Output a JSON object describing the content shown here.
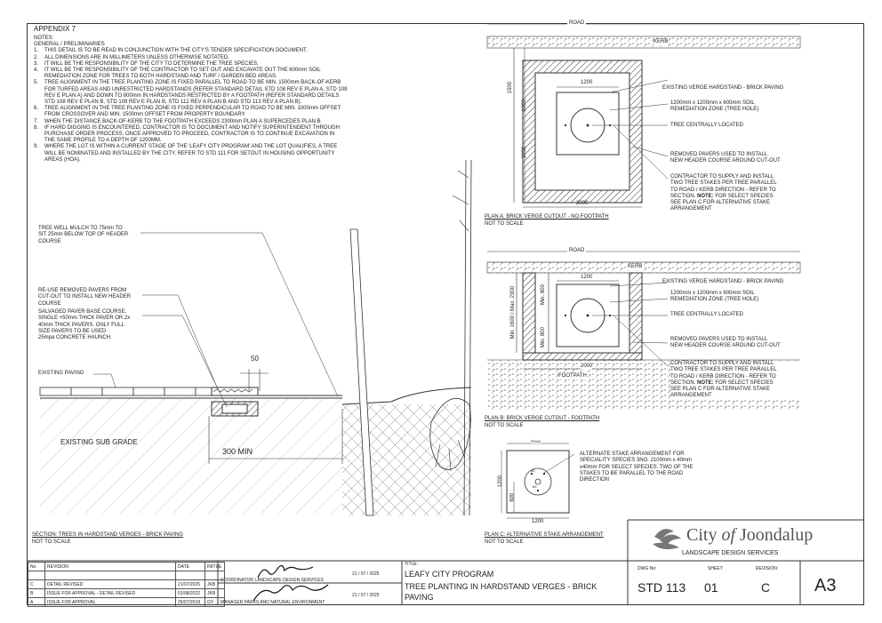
{
  "appendix": "APPENDIX 7",
  "notes": {
    "heading": "NOTES:",
    "subheading": "GENERAL / PRELIMINARIES",
    "items": [
      {
        "n": "1.",
        "text": "THIS DETAIL IS TO BE READ IN CONJUNCTION WITH THE CITY'S TENDER SPECIFICATION DOCUMENT."
      },
      {
        "n": "2.",
        "text": "ALL DIMENSIONS ARE IN MILLIMETERS UNLESS OTHERWISE NOTATED."
      },
      {
        "n": "3.",
        "text": "IT WILL BE THE RESPONSIBILITY OF THE CITY TO DETERMINE THE TREE SPECIES."
      },
      {
        "n": "4.",
        "text": "IT WILL BE THE RESPONSIBILITY OF THE CONTRACTOR  TO SET OUT AND EXCAVATE OUT THE 600mm SOIL\nREMEDIATION ZONE FOR TREES TO BOTH HARDSTAND AND TURF / GARDEN BED AREAS."
      },
      {
        "n": "5.",
        "text": "TREE ALIGNMENT IN THE TREE PLANTING ZONE IS FIXED PARALLEL TO ROAD TO BE MIN. 1500mm BACK-OF-KERB\nFOR TURFED AREAS AND UNRESTRICTED HARDSTANDS (REFER STANDARD DETAIL STD 108 REV E PLAN A, STD 109\nREV E PLAN A) AND DOWN TO 800mm IN HARDSTANDS RESTRICTED BY A FOOTPATH (REFER STANDARD DETAILS\nSTD 108 REV E PLAN B, STD 109 REV E PLAN B, STD 112 REV A PLAN B AND STD 113 REV A PLAN B)."
      },
      {
        "n": "6.",
        "text": "TREE ALIGNMENT IN THE TREE PLANTING ZONE IS FIXED PERPENDICULAR TO ROAD TO BE MIN. 1000mm OFFSET\nFROM CROSSOVER AND MIN. 1500mm OFFSET FROM PROPERTY BOUNDARY."
      },
      {
        "n": "7.",
        "text": "WHEN THE DISTANCE BACK-OF-KERB TO THE FOOTPATH EXCEEDS 2300mm PLAN A SUPERCEDES PLAN B"
      },
      {
        "n": "8.",
        "text": "IF HARD DIGGING IS ENCOUNTERED, CONTRACTOR IS TO DOCUMENT AND NOTIFY SUPERINTENDENT THROUGH\nPURCHASE ORDER PROCESS. ONCE APPROVED TO PROCEED, CONTRACTOR IS TO CONTINUE EXCAVATION IN\nTHE SAME PROFILE TO A DEPTH OF 1200MM."
      },
      {
        "n": "9.",
        "text": "WHERE THE LOT IS WITHIN A CURRENT STAGE OF THE 'LEAFY CITY PROGRAM' AND THE LOT QUALIFIES, A TREE\nWILL BE NOMINATED AND INSTALLED BY THE CITY. REFER TO STD 111 FOR SETOUT IN HOUSING OPPORTUNITY\nAREAS (HOA)."
      }
    ]
  },
  "section": {
    "mulch_note": "TREE WELL MULCH TO 75mm TO\nSIT 25mm BELOW TOP OF HEADER\nCOURSE",
    "reuse_note": "RE-USE REMOVED PAVERS FROM\nCUT-OUT TO INSTALL NEW HEADER\nCOURSE",
    "base_note": "SALVAGED PAVER BASE COURSE.\nSINGLE +50mm THICK PAVER OR 2x\n40mm THICK PAVERS. ONLY FULL\nSIZE PAVERS TO BE USED\n25mpa CONCRETE HAUNCH.",
    "existing_paving": "EXISTING PAVING",
    "dim_50": "50",
    "sub_grade": "EXISTING SUB GRADE",
    "dim_300": "300 MIN",
    "caption": "SECTION: TREES IN HARDSTAND VERGES - BRICK PAVING",
    "scale": "NOT TO SCALE"
  },
  "plan_a": {
    "road": "ROAD",
    "kerb": "KERB",
    "dim_1500": "1500",
    "dim_1200": "1200",
    "dim_1000a": "1000",
    "dim_1000b": "1000",
    "dim_2000": "2000",
    "note_hardstand": "EXISTING VERGE HARDSTAND - BRICK PAVING",
    "note_zone": "1200mm x 1200mm x 600mm SOIL\nREMEDIATION ZONE (TREE HOLE)",
    "note_tree": "TREE CENTRALLY LOCATED",
    "note_pavers": "REMOVED PAVERS USED TO INSTALL\nNEW HEADER COURSE AROUND CUT-OUT",
    "note_stakes": "CONTRACTOR TO SUPPLY AND INSTALL\nTWO TREE STAKES PER TREE PARALLEL\nTO ROAD / KERB DIRECTION - REFER TO\nSECTION.",
    "note_bold": "NOTE:",
    "note_stakes2": "FOR SELECT SPECIES\nSEE PLAN C FOR ALTERNATIVE STAKE\nARRANGEMENT",
    "caption": "PLAN A: BRICK VERGE CUTOUT -  NO FOOTPATH",
    "scale": "NOT TO SCALE"
  },
  "plan_b": {
    "road": "ROAD",
    "kerb": "KERB",
    "dim_side": "Min. 1600 / Max. 2300",
    "dim_800a": "Min. 800",
    "dim_800b": "Min. 800",
    "dim_1200": "1200",
    "dim_2000": "2000",
    "footpath": "FOOTPATH",
    "note_hardstand": "EXISTING VERGE HARDSTAND - BRICK PAVING",
    "note_zone": "1200mm x 1200mm x 600mm SOIL\nREMEDIATION ZONE (TREE HOLE)",
    "note_tree": "TREE CENTRALLY LOCATED",
    "note_pavers": "REMOVED PAVERS USED TO INSTALL\nNEW HEADER COURSE AROUND CUT-OUT",
    "note_stakes": "CONTRACTOR TO SUPPLY AND INSTALL\nTWO TREE STAKES PER TREE PARALLEL\nTO ROAD / KERB DIRECTION - REFER TO\nSECTION.",
    "note_bold": "NOTE:",
    "note_stakes2": "FOR SELECT SPECIES\nSEE PLAN C FOR ALTERNATIVE STAKE\nARRANGEMENT",
    "caption": "PLAN B: BRICK VERGE CUTOUT -  FOOTPATH",
    "scale": "NOT TO SCALE"
  },
  "plan_c": {
    "road": "ROAD",
    "dim_1200h": "1200",
    "dim_1200v": "1200",
    "dim_600": "600",
    "dim_60a": "60",
    "dim_60b": "60",
    "note": "ALTERNATE STAKE ARRANGEMENT FOR\nSPECIALITY SPECIES  3NO. 2100mm x 40mm\nx40mm  FOR SELECT SPECIES. TWO OF THE\nSTAKES TO BE PARALLEL TO THE ROAD\nDIRECTION",
    "caption": "PLAN C: ALTERNATIVE STAKE ARRANGEMENT",
    "scale": "NOT TO SCALE"
  },
  "title_block": {
    "org_city": "City",
    "org_of": "of",
    "org_name": "Joondalup",
    "org_dept": "LANDSCAPE DESIGN SERVICES",
    "title_label": "TITLE:",
    "title_line1": "LEAFY CITY PROGRAM",
    "title_line2": "TREE PLANTING IN HARDSTAND VERGES - BRICK",
    "title_line3": "PAVING",
    "dwg_label": "DWG No:",
    "dwg_value": "STD 113",
    "sheet_label": "SHEET:",
    "sheet_value": "01",
    "rev_label": "REVISION:",
    "rev_value": "C",
    "size": "A3",
    "sig1_role": "COORDINATOR LANDSCAPE DESIGN SERVICES",
    "sig1_date": "21 /  07  / 2025",
    "sig2_role": "MANAGER PARKS AND NATURAL ENVIRONMENT",
    "sig2_date": "21 /  07  / 2025"
  },
  "revisions": {
    "headers": [
      "No",
      "REVISION",
      "DATE",
      "INITIAL"
    ],
    "rows": [
      [
        "",
        "",
        "",
        ""
      ],
      [
        "C",
        "DETAIL REVISED",
        "21/07/2025",
        "JKB"
      ],
      [
        "B",
        "ISSUE FOR APPROVAL - DETAIL REVISED",
        "01/08/2022",
        "JKB"
      ],
      [
        "A",
        "ISSUE FOR APPROVAL",
        "25/07/2018",
        "GY"
      ]
    ]
  }
}
